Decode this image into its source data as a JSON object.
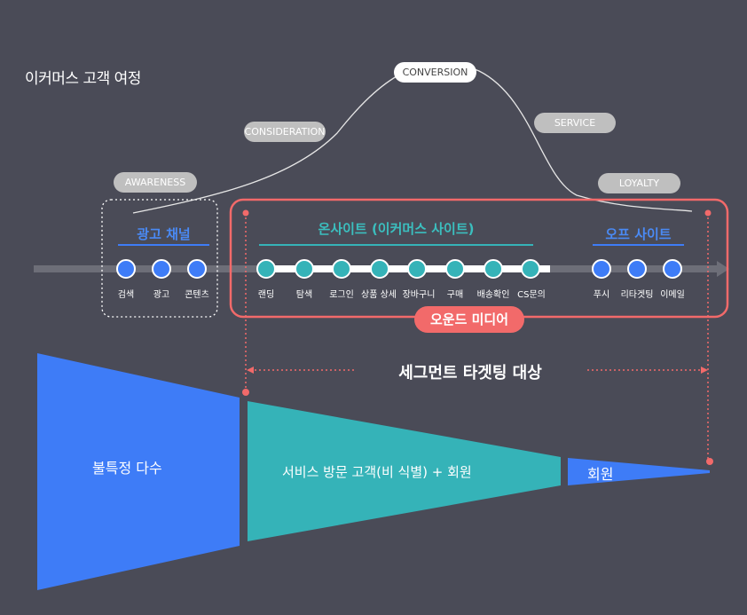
{
  "title": "이커머스 고객 여정",
  "stages": {
    "awareness": "AWARENESS",
    "consideration": "CONSIDERATION",
    "conversion": "CONVERSION",
    "service": "SERVICE",
    "loyalty": "LOYALTY"
  },
  "sections": {
    "ad_channels": "광고 채널",
    "onsite": "온사이트 (이커머스 사이트)",
    "offsite": "오프 사이트"
  },
  "steps": {
    "ad": [
      "검색",
      "광고",
      "콘텐츠"
    ],
    "onsite": [
      "랜딩",
      "탐색",
      "로그인",
      "상품 상세",
      "장바구니",
      "구매",
      "배송확인",
      "CS문의"
    ],
    "offsite": [
      "푸시",
      "리타겟팅",
      "이메일"
    ]
  },
  "owned_media": "오운드 미디어",
  "segment_targeting": "세그먼트 타겟팅 대상",
  "funnel": {
    "unspecified": "불특정 다수",
    "visitors": "서비스 방문 고객(비 식별) + 회원",
    "members": "회원"
  },
  "colors": {
    "background": "#4a4b57",
    "blue": "#3e7cf7",
    "teal": "#35b3b8",
    "red": "#f26a6a",
    "blue_text": "#4a8af4",
    "teal_text": "#3bbfbf"
  }
}
